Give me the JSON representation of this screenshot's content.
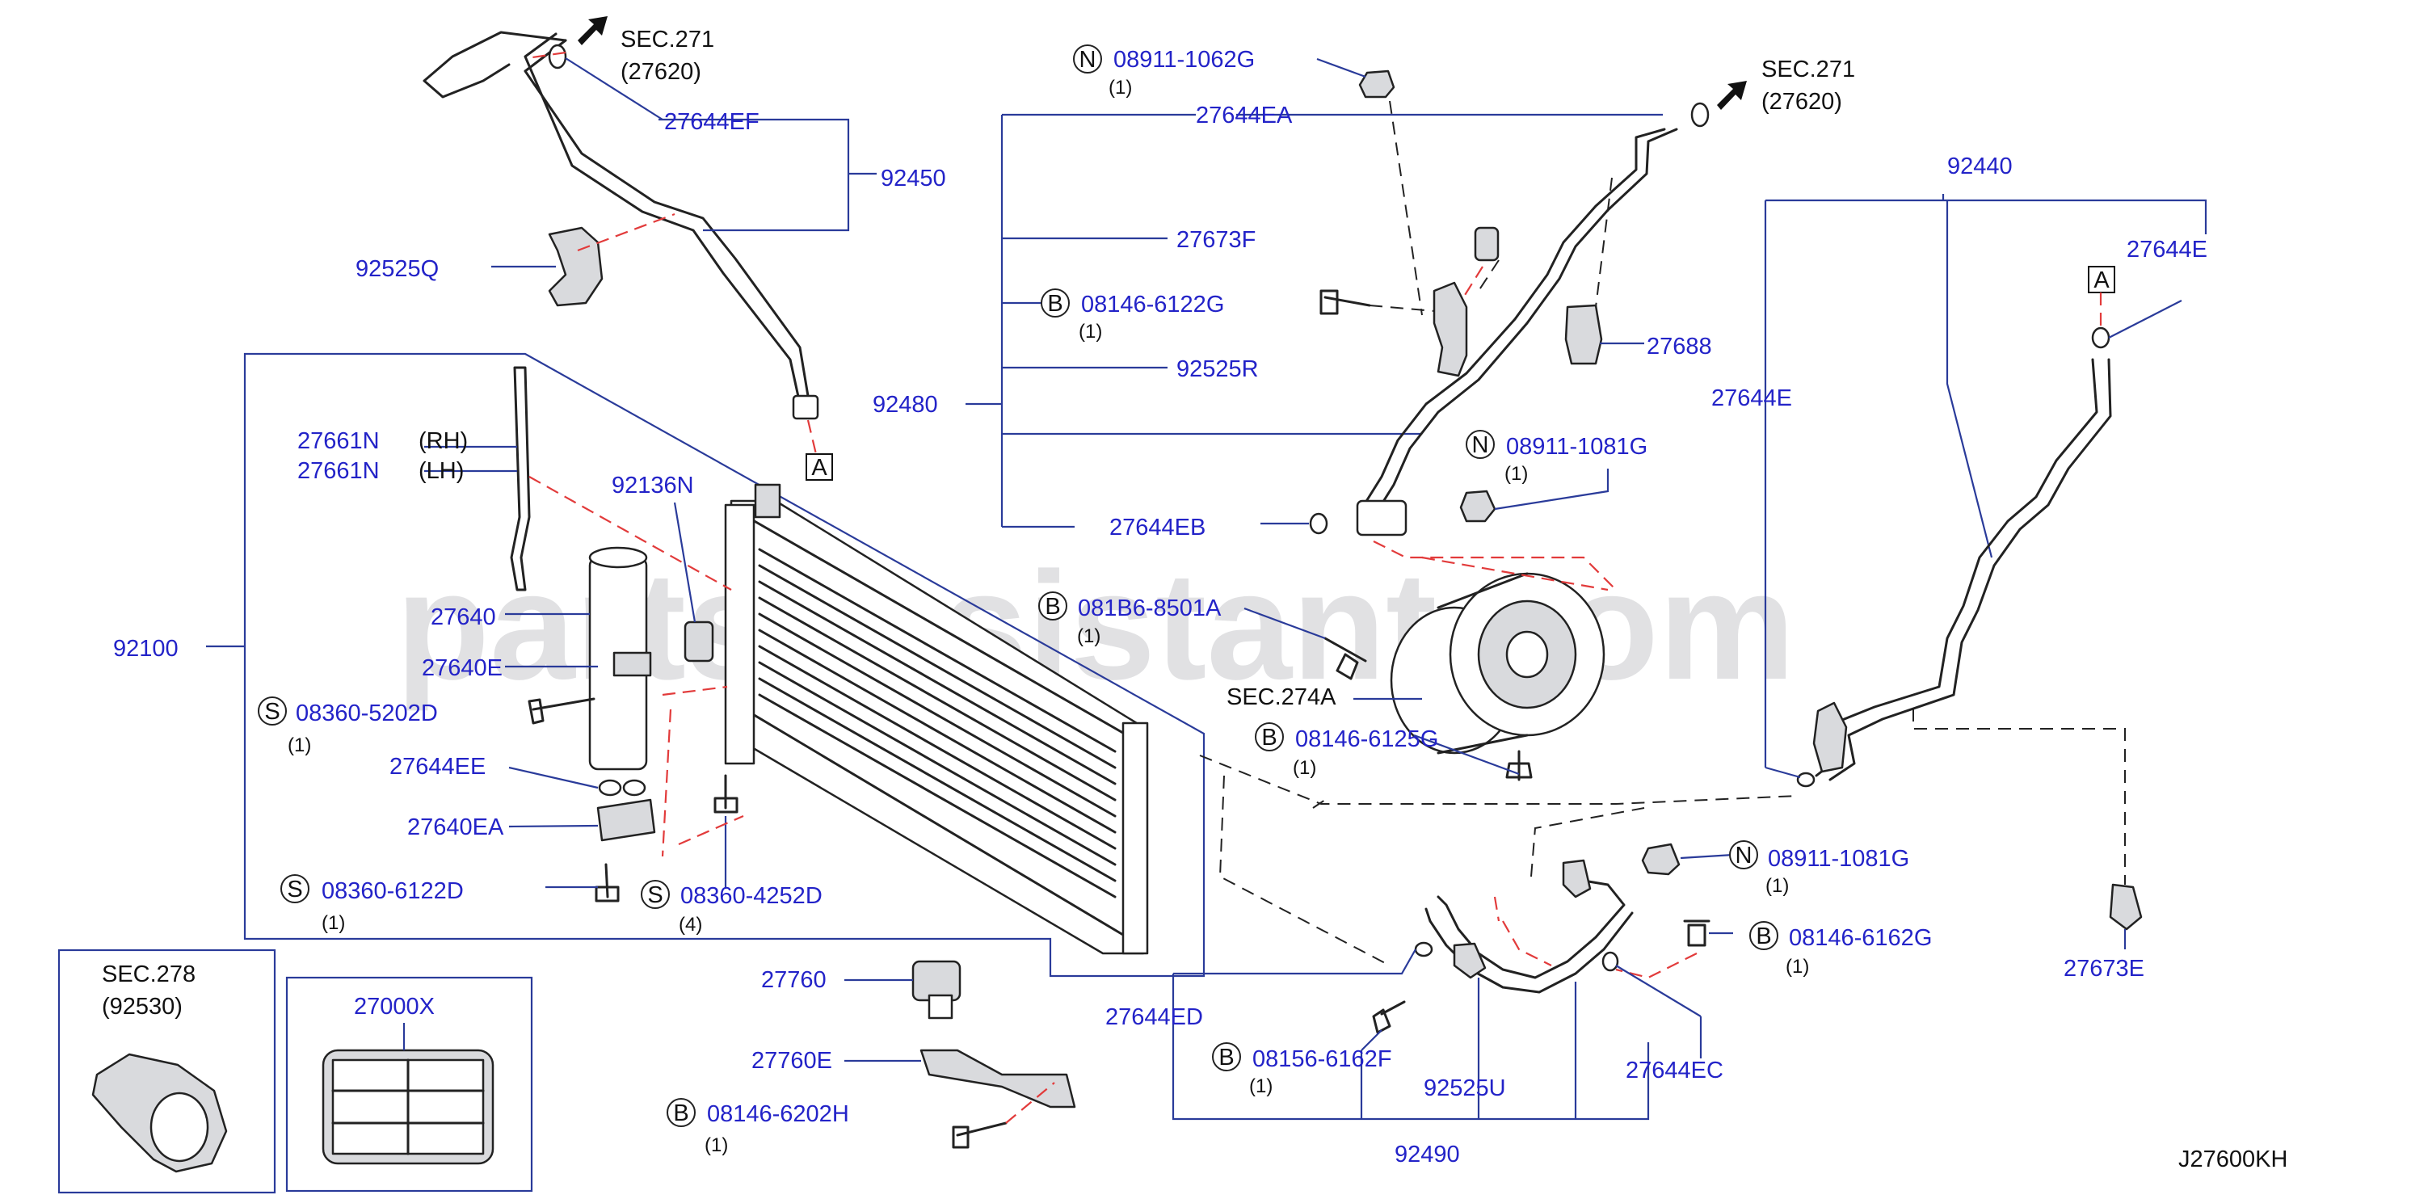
{
  "watermark": "partsassistant.com",
  "diagram_code": "J27600KH",
  "sections": [
    {
      "code": "SEC.271",
      "ref": "(27620)"
    },
    {
      "code": "SEC.271",
      "ref": "(27620)"
    },
    {
      "code": "SEC.274A"
    },
    {
      "code": "SEC.278",
      "ref": "(92530)"
    }
  ],
  "callouts": {
    "a1": "A",
    "a2": "A"
  },
  "parts": {
    "p27644EF": "27644EF",
    "p92450": "92450",
    "p92525Q": "92525Q",
    "p27661N_RH": "27661N",
    "rh": "(RH)",
    "p27661N_LH": "27661N",
    "lh": "(LH)",
    "p92136N": "92136N",
    "p27640": "27640",
    "p27640E": "27640E",
    "p92100": "92100",
    "s08360_5202D": "08360-5202D",
    "p27644EE": "27644EE",
    "p27640EA": "27640EA",
    "s08360_6122D": "08360-6122D",
    "s08360_4252D": "08360-4252D",
    "p27000X": "27000X",
    "p27760": "27760",
    "p27760E": "27760E",
    "b08146_6202H": "08146-6202H",
    "n08911_1062G": "08911-1062G",
    "p27644EA": "27644EA",
    "p27673F": "27673F",
    "b08146_6122G": "08146-6122G",
    "p92525R": "92525R",
    "p92480": "92480",
    "p27688": "27688",
    "n08911_1081G_a": "08911-1081G",
    "p27644EB": "27644EB",
    "b081B6_8501A": "081B6-8501A",
    "b08146_6125G": "08146-6125G",
    "p92440": "92440",
    "p27644E_a": "27644E",
    "p27644E_b": "27644E",
    "n08911_1081G_b": "08911-1081G",
    "b08146_6162G": "08146-6162G",
    "p27673E": "27673E",
    "p27644ED": "27644ED",
    "b08156_6162F": "08156-6162F",
    "p92525U": "92525U",
    "p27644EC": "27644EC",
    "p92490": "92490"
  },
  "prefix_letters": {
    "n1": "N",
    "n2": "N",
    "n3": "N",
    "b1": "B",
    "b2": "B",
    "b3": "B",
    "b4": "B",
    "b5": "B",
    "b6": "B",
    "s1": "S",
    "s2": "S",
    "s3": "S"
  },
  "quantities": {
    "q1": "(1)",
    "q2": "(1)",
    "q3": "(1)",
    "q4": "(1)",
    "q5": "(1)",
    "q6": "(1)",
    "q7": "(1)",
    "q8": "(1)",
    "q9": "(1)",
    "q10": "(1)",
    "q11": "(1)",
    "q12": "(4)"
  },
  "colors": {
    "part_number": "#2323c8",
    "leader_line": "#2a3b9a",
    "dashed_red": "#e23b3b"
  }
}
